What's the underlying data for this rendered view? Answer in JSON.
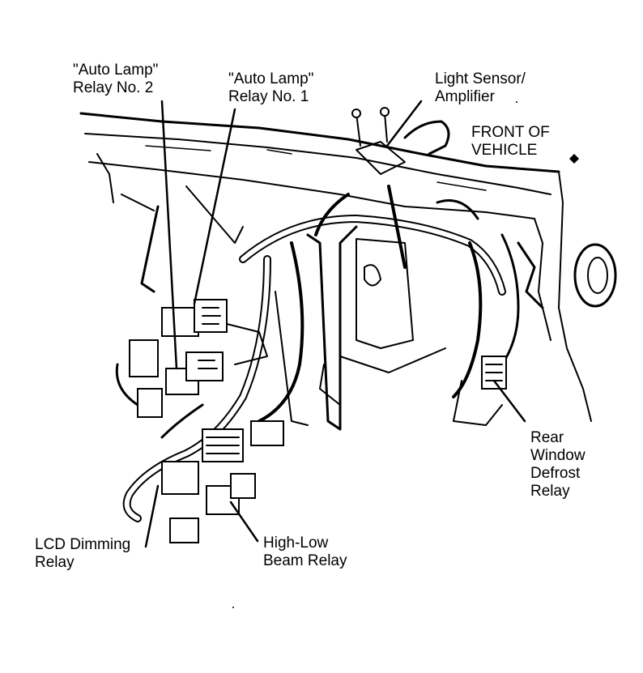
{
  "labels": {
    "auto_lamp_relay_2": {
      "line1": "\"Auto Lamp\"",
      "line2": "Relay No. 2"
    },
    "auto_lamp_relay_1": {
      "line1": "\"Auto Lamp\"",
      "line2": "Relay No. 1"
    },
    "light_sensor": {
      "line1": "Light Sensor/",
      "line2": "Amplifier"
    },
    "front_of_vehicle": {
      "line1": "FRONT OF",
      "line2": "VEHICLE"
    },
    "rear_window_defrost": {
      "line1": "Rear",
      "line2": "Window",
      "line3": "Defrost",
      "line4": "Relay"
    },
    "lcd_dimming": {
      "line1": "LCD Dimming",
      "line2": "Relay"
    },
    "high_low_beam": {
      "line1": "High-Low",
      "line2": "Beam Relay"
    }
  },
  "colors": {
    "ink": "#000000",
    "paper": "#ffffff"
  },
  "icons": {
    "front_marker": "arrow-marker-icon"
  }
}
